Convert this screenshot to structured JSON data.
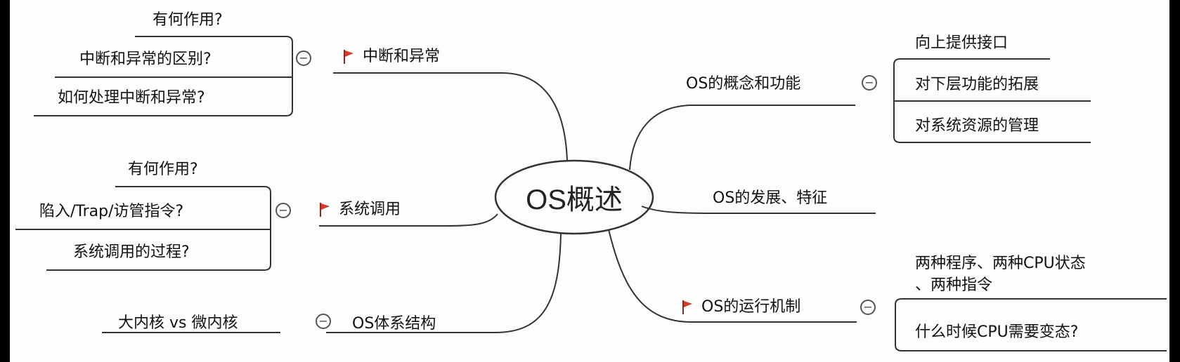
{
  "central_topic": "OS概述",
  "collapse_symbol": "−",
  "flag_color": "#d63a2a",
  "left_branches": [
    {
      "label": "中断和异常",
      "flagged": true,
      "children": [
        "有何作用?",
        "中断和异常的区别?",
        "如何处理中断和异常?"
      ]
    },
    {
      "label": "系统调用",
      "flagged": true,
      "children": [
        "有何作用?",
        "陷入/Trap/访管指令?",
        "系统调用的过程?"
      ]
    },
    {
      "label": "OS体系结构",
      "flagged": false,
      "children": [
        "大内核 vs 微内核"
      ]
    }
  ],
  "right_branches": [
    {
      "label": "OS的概念和功能",
      "flagged": false,
      "children": [
        "向上提供接口",
        "对下层功能的拓展",
        "对系统资源的管理"
      ]
    },
    {
      "label": "OS的发展、特征",
      "flagged": false,
      "children": []
    },
    {
      "label": "OS的运行机制",
      "flagged": true,
      "children": [
        "两种程序、两种CPU状态",
        "、两种指令",
        "什么时候CPU需要变态?"
      ]
    }
  ]
}
